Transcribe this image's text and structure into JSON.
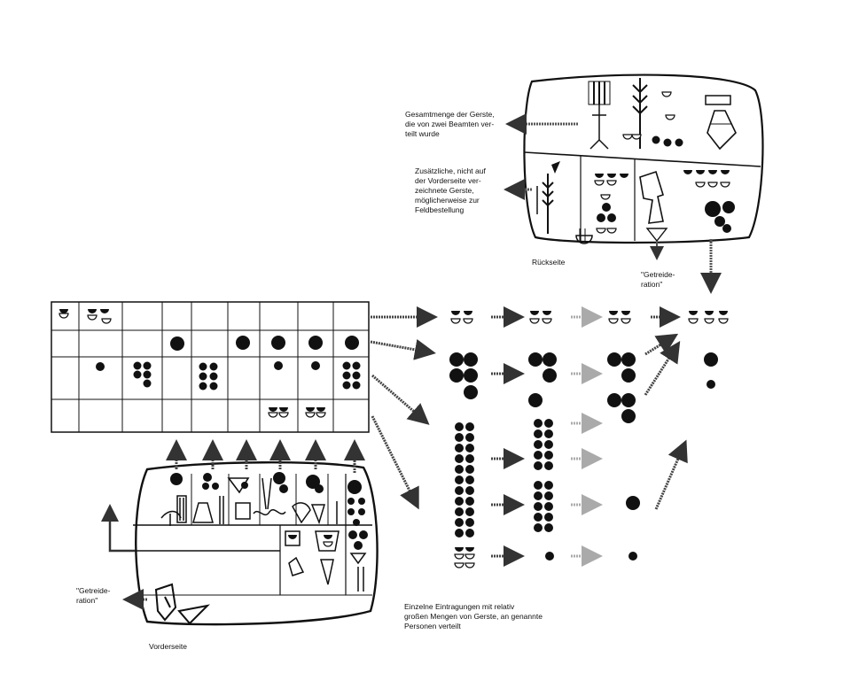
{
  "labels": {
    "total_barley": "Gesamtmenge der Gerste,\ndie von zwei Beamten ver-\nteilt wurde",
    "additional_barley": "Zusätzliche, nicht auf\nder Vorderseite ver-\nzeichnete Gerste,\nmöglicherweise zur\nFeldbestellung",
    "reverse_side": "Rückseite",
    "grain_ration_reverse": "\"Getreide-\nration\"",
    "grain_ration_obverse": "\"Getreide-\nration\"",
    "obverse_side": "Vorderseite",
    "individual_entries": "Einzelne Eintragungen mit relativ\ngroßen Mengen von Gerste, an genannte\nPersonen verteilt"
  }
}
